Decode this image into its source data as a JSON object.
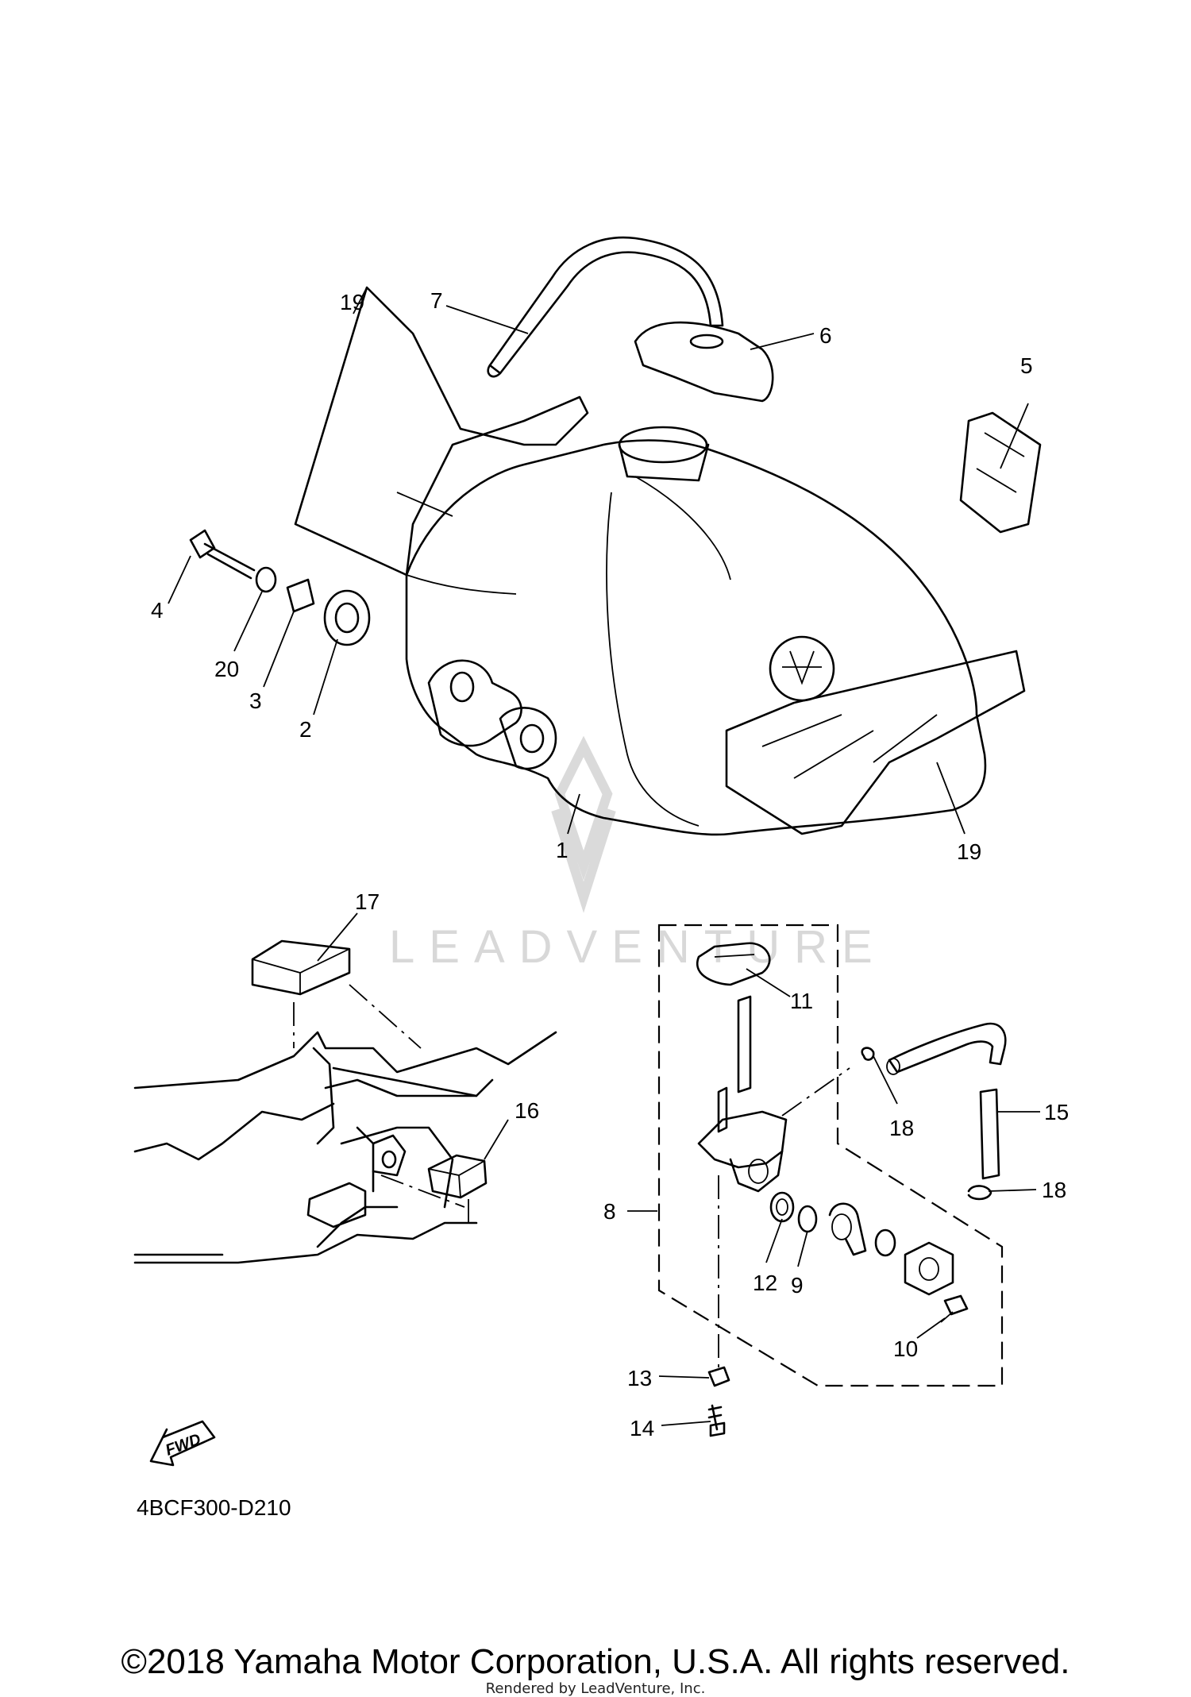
{
  "diagram": {
    "figure_code": "4BCF300-D210",
    "fwd_label": "FWD",
    "watermark_text": "LEADVENTURE",
    "callouts": [
      {
        "id": "c1",
        "label": "1"
      },
      {
        "id": "c2",
        "label": "2"
      },
      {
        "id": "c3",
        "label": "3"
      },
      {
        "id": "c4",
        "label": "4"
      },
      {
        "id": "c5",
        "label": "5"
      },
      {
        "id": "c6",
        "label": "6"
      },
      {
        "id": "c7",
        "label": "7"
      },
      {
        "id": "c8",
        "label": "8"
      },
      {
        "id": "c9",
        "label": "9"
      },
      {
        "id": "c10",
        "label": "10"
      },
      {
        "id": "c11",
        "label": "11"
      },
      {
        "id": "c12",
        "label": "12"
      },
      {
        "id": "c13",
        "label": "13"
      },
      {
        "id": "c14",
        "label": "14"
      },
      {
        "id": "c15",
        "label": "15"
      },
      {
        "id": "c16",
        "label": "16"
      },
      {
        "id": "c17",
        "label": "17"
      },
      {
        "id": "c18a",
        "label": "18"
      },
      {
        "id": "c18b",
        "label": "18"
      },
      {
        "id": "c19a",
        "label": "19"
      },
      {
        "id": "c19b",
        "label": "19"
      },
      {
        "id": "c20",
        "label": "20"
      }
    ]
  },
  "footer": {
    "copyright": "©2018 Yamaha Motor Corporation, U.S.A. All rights reserved.",
    "rendered_by": "Rendered by LeadVenture, Inc."
  }
}
